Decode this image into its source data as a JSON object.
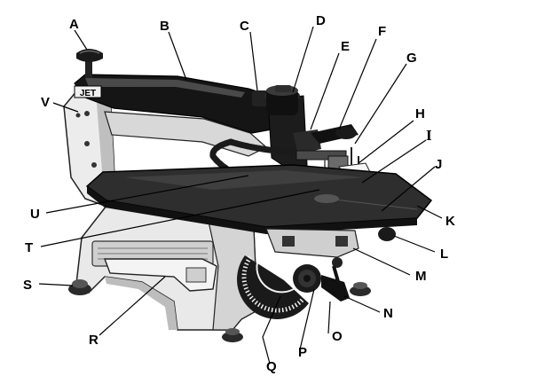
{
  "brand_plate": "JET",
  "callouts": [
    {
      "key": "A",
      "text": "A"
    },
    {
      "key": "B",
      "text": "B"
    },
    {
      "key": "C",
      "text": "C"
    },
    {
      "key": "D",
      "text": "D"
    },
    {
      "key": "E",
      "text": "E"
    },
    {
      "key": "F",
      "text": "F"
    },
    {
      "key": "G",
      "text": "G"
    },
    {
      "key": "H",
      "text": "H"
    },
    {
      "key": "I",
      "text": "I"
    },
    {
      "key": "J",
      "text": "J"
    },
    {
      "key": "K",
      "text": "K"
    },
    {
      "key": "L",
      "text": "L"
    },
    {
      "key": "M",
      "text": "M"
    },
    {
      "key": "N",
      "text": "N"
    },
    {
      "key": "O",
      "text": "O"
    },
    {
      "key": "P",
      "text": "P"
    },
    {
      "key": "Q",
      "text": "Q"
    },
    {
      "key": "R",
      "text": "R"
    },
    {
      "key": "S",
      "text": "S"
    },
    {
      "key": "T",
      "text": "T"
    },
    {
      "key": "U",
      "text": "U"
    },
    {
      "key": "V",
      "text": "V"
    }
  ]
}
